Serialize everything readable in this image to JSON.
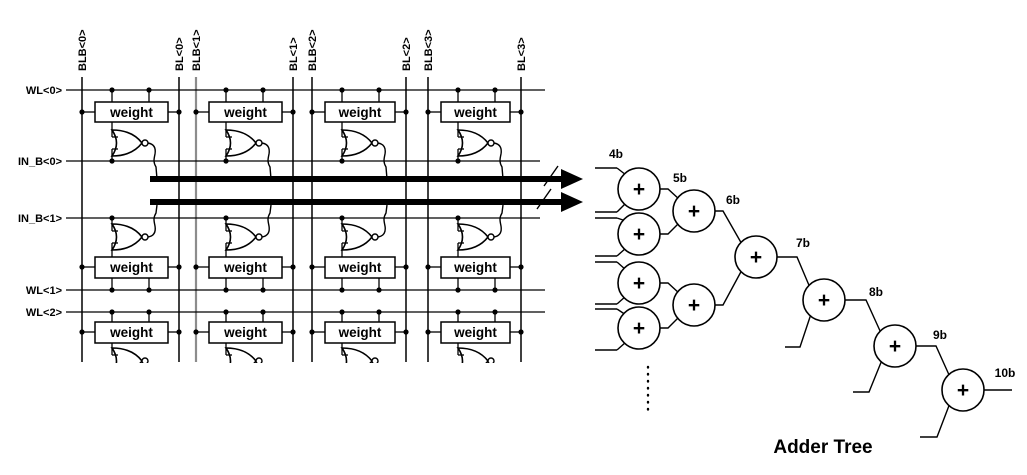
{
  "array": {
    "bitlines": [
      "BLB<0>",
      "BL<0>",
      "BLB<1>",
      "BL<1>",
      "BLB<2>",
      "BL<2>",
      "BLB<3>",
      "BL<3>"
    ],
    "wordlines": [
      "WL<0>",
      "WL<1>",
      "WL<2>"
    ],
    "input_lines": [
      "IN_B<0>",
      "IN_B<1>"
    ],
    "cell_label": "weight",
    "colors": {
      "ink": "#000000",
      "highlight_bitline": "#8c8c8c",
      "bus": "#000000"
    }
  },
  "adder_tree": {
    "title": "Adder Tree",
    "plus_symbol": "+",
    "stage_labels": [
      "4b",
      "5b",
      "6b",
      "7b",
      "8b",
      "9b",
      "10b"
    ]
  }
}
